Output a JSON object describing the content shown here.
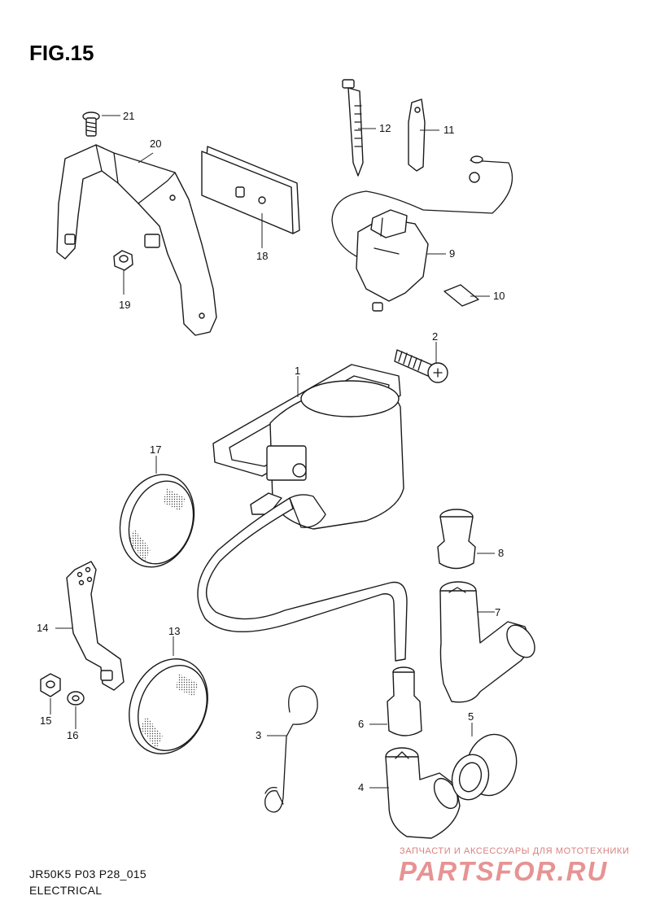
{
  "figure": {
    "title": "FIG.15"
  },
  "footer": {
    "code": "JR50K5 P03 P28_015",
    "title": "ELECTRICAL"
  },
  "watermark": {
    "text": "ЗАПЧАСТИ И АКСЕССУАРЫ ДЛЯ МОТОТЕХНИКИ",
    "logo": "PARTSFOR.RU"
  },
  "callouts": [
    {
      "key": "c1",
      "number": "1"
    },
    {
      "key": "c2",
      "number": "2"
    },
    {
      "key": "c3",
      "number": "3"
    },
    {
      "key": "c4",
      "number": "4"
    },
    {
      "key": "c5",
      "number": "5"
    },
    {
      "key": "c6",
      "number": "6"
    },
    {
      "key": "c7",
      "number": "7"
    },
    {
      "key": "c8",
      "number": "8"
    },
    {
      "key": "c9",
      "number": "9"
    },
    {
      "key": "c10",
      "number": "10"
    },
    {
      "key": "c11",
      "number": "11"
    },
    {
      "key": "c12",
      "number": "12"
    },
    {
      "key": "c13",
      "number": "13"
    },
    {
      "key": "c14",
      "number": "14"
    },
    {
      "key": "c15",
      "number": "15"
    },
    {
      "key": "c16",
      "number": "16"
    },
    {
      "key": "c17",
      "number": "17"
    },
    {
      "key": "c18",
      "number": "18"
    },
    {
      "key": "c19",
      "number": "19"
    },
    {
      "key": "c20",
      "number": "20"
    },
    {
      "key": "c21",
      "number": "21"
    }
  ]
}
